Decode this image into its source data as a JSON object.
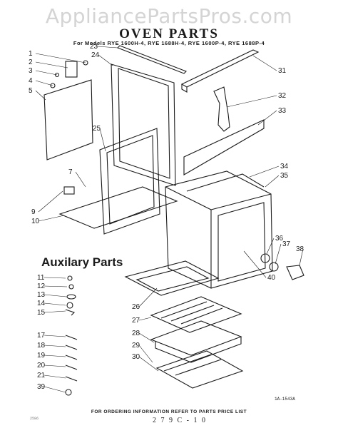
{
  "watermark": "AppliancePartsPros.com",
  "title": "OVEN PARTS",
  "models": "For Models RYE 1600H-4, RYE 1688H-4, RYE 1600P-4, RYE 1688P-4",
  "aux_title": "Auxilary Parts",
  "footer": "FOR ORDERING INFORMATION REFER TO PARTS PRICE LIST",
  "drawing_code": "1A-1543A",
  "handwritten_code": "2 7 9 C - 1 0",
  "corner_note": "2586",
  "callouts": [
    "1",
    "2",
    "3",
    "4",
    "5",
    "7",
    "9",
    "10",
    "23",
    "24",
    "25",
    "31",
    "32",
    "33",
    "34",
    "35",
    "36",
    "37",
    "38",
    "40",
    "11",
    "12",
    "13",
    "14",
    "15",
    "17",
    "18",
    "19",
    "20",
    "21",
    "39",
    "26",
    "27",
    "28",
    "29",
    "30"
  ]
}
